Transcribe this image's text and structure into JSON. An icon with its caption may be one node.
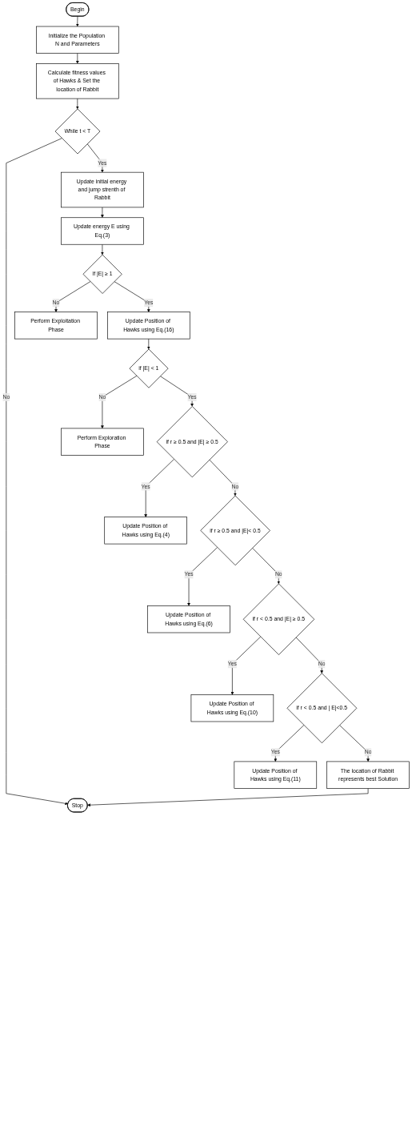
{
  "diagram": {
    "nodes": [
      {
        "text": [
          "Begin"
        ]
      },
      {
        "text": [
          "Initialize the Population N and Parameters"
        ]
      },
      {
        "text": [
          "Calculate fitness values of Hawks & Set the location of Rabbit"
        ]
      },
      {
        "text": [
          "While t < T"
        ]
      },
      {
        "text": [
          "Update initial energy and jump strenth of Rabbit"
        ]
      },
      {
        "text": [
          "Update energy E using Eq.(3)"
        ]
      },
      {
        "text": [
          "If |E| ≥ 1"
        ]
      },
      {
        "text": [
          "Perform Exploitation Phase"
        ]
      },
      {
        "text": [
          "Update Position of Hawks using Eq.(16)"
        ]
      },
      {
        "text": [
          "if |E| < 1"
        ]
      },
      {
        "text": [
          "Perform Exploration Phase"
        ]
      },
      {
        "text": [
          "if r ≥ 0.5 and |E| ≥ 0.5"
        ]
      },
      {
        "text": [
          "Update Position of Hawks using Eq.(4)"
        ]
      },
      {
        "text": [
          "if r ≥ 0.5 and |E|< 0.5"
        ]
      },
      {
        "text": [
          "Update Position of Hawks using Eq.(6)"
        ]
      },
      {
        "text": [
          "if r < 0.5 and |E| ≥ 0.5"
        ]
      },
      {
        "text": [
          "Update Position of Hawks using Eq.(10)"
        ]
      },
      {
        "text": [
          "if r < 0.5 and | E|<0.5"
        ]
      },
      {
        "text": [
          "Update Position of Hawks using Eq.(11)"
        ]
      },
      {
        "text": [
          "The location of Rabbit represents best Solution"
        ]
      },
      {
        "text": [
          "Stop"
        ]
      }
    ],
    "edges": [
      {
        "from": 0,
        "to": 1,
        "arrow": "to"
      },
      {
        "from": 1,
        "to": 2,
        "arrow": "to"
      },
      {
        "from": 2,
        "to": 3,
        "arrow": "to"
      },
      {
        "from": 3,
        "to": 20,
        "arrow": "to",
        "label": "No"
      },
      {
        "from": 3,
        "to": 4,
        "arrow": "to",
        "label": "Yes"
      },
      {
        "from": 4,
        "to": 5,
        "arrow": "to"
      },
      {
        "from": 5,
        "to": 6,
        "arrow": "to"
      },
      {
        "from": 6,
        "to": 7,
        "arrow": "to",
        "label": "No"
      },
      {
        "from": 6,
        "to": 8,
        "arrow": "to",
        "label": "Yes"
      },
      {
        "from": 8,
        "to": 9,
        "arrow": "to"
      },
      {
        "from": 9,
        "to": 10,
        "arrow": "to",
        "label": "No"
      },
      {
        "from": 9,
        "to": 11,
        "arrow": "to",
        "label": "Yes"
      },
      {
        "from": 11,
        "to": 12,
        "arrow": "to",
        "label": "Yes"
      },
      {
        "from": 11,
        "to": 13,
        "arrow": "to",
        "label": "No"
      },
      {
        "from": 13,
        "to": 14,
        "arrow": "to",
        "label": "Yes"
      },
      {
        "from": 13,
        "to": 15,
        "arrow": "to",
        "label": "No"
      },
      {
        "from": 15,
        "to": 16,
        "arrow": "to",
        "label": "Yes"
      },
      {
        "from": 15,
        "to": 17,
        "arrow": "to",
        "label": "No"
      },
      {
        "from": 17,
        "to": 18,
        "arrow": "to",
        "label": "Yes"
      },
      {
        "from": 17,
        "to": 19,
        "arrow": "to",
        "label": "No"
      },
      {
        "from": 19,
        "to": 20,
        "arrow": "to"
      }
    ]
  }
}
